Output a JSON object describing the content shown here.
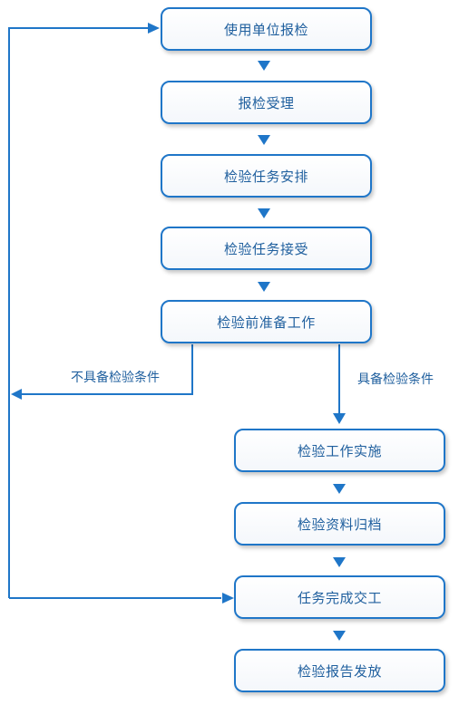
{
  "steps": [
    "使用单位报检",
    "报检受理",
    "检验任务安排",
    "检验任务接受",
    "检验前准备工作",
    "检验工作实施",
    "检验资料归档",
    "任务完成交工",
    "检验报告发放"
  ],
  "branch_labels": {
    "not_ready": "不具备检验条件",
    "ready": "具备检验条件"
  },
  "colors": {
    "line": "#1f76c8",
    "text": "#1f5f9e"
  }
}
